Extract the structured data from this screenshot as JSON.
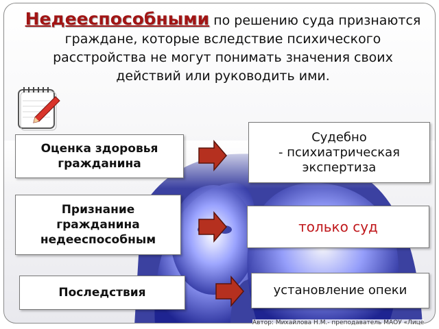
{
  "intro": {
    "key_term": "Недееспособными",
    "text": " по решению суда признаются граждане, которые вследствие психического расстройства не могут понимать значения своих действий или руководить ими."
  },
  "rows": [
    {
      "left": "Оценка здоровья гражданина",
      "right_line1": "Судебно",
      "right_line2": "- психиатрическая",
      "right_line3": "экспертиза"
    },
    {
      "left_line1": "Признание",
      "left_line2": "гражданина",
      "left_line3": "недееспособным",
      "right": "только суд"
    },
    {
      "left": "Последствия",
      "right": "установление опеки"
    }
  ],
  "credit": "Автор: Михайлова Н.М.- преподаватель МАОУ «Лице",
  "colors": {
    "key_term": "#a11515",
    "highlight": "#c0181c",
    "arrow": "#b5301f",
    "heads": "#4a56d8"
  },
  "icons": {
    "notepad": "notepad-pencil-icon",
    "arrow": "arrow-right-icon"
  }
}
